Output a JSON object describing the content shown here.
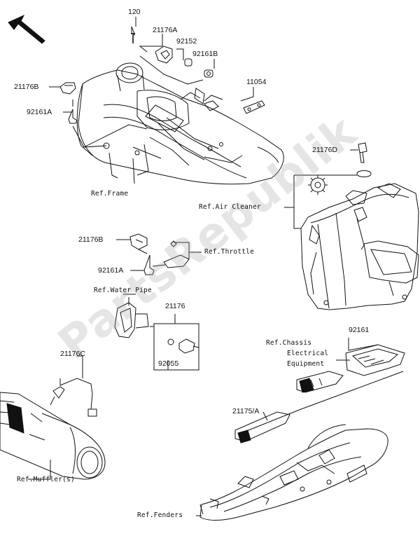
{
  "watermark": "PartsRepublik",
  "part_labels": {
    "p120": "120",
    "p21176A": "21176A",
    "p92152": "92152",
    "p92161B": "92161B",
    "p11054": "11054",
    "p21176B_top": "21176B",
    "p92161A_top": "92161A",
    "p21176D": "21176D",
    "p21176B_mid": "21176B",
    "p92161A_mid": "92161A",
    "p21176": "21176",
    "p92055": "92055",
    "p21176C": "21176C",
    "p92161": "92161",
    "p21175A": "21175/A"
  },
  "ref_labels": {
    "frame": "Ref.Frame",
    "air_cleaner": "Ref.Air Cleaner",
    "throttle": "Ref.Throttle",
    "water_pipe": "Ref.Water Pipe",
    "chassis_line1": "Ref.Chassis",
    "chassis_line2": "Electrical",
    "chassis_line3": "Equipment",
    "muffler": "Ref.Muffler(s)",
    "fenders": "Ref.Fenders"
  }
}
